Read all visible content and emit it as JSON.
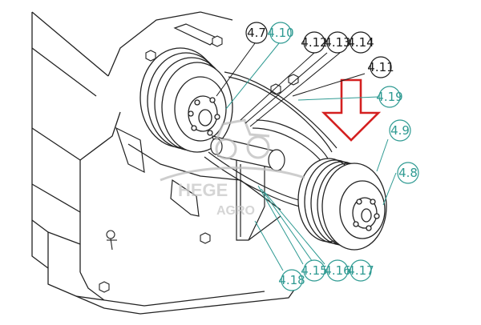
{
  "figure": {
    "callouts": [
      {
        "id": "c47",
        "text": "4.7",
        "style": "black"
      },
      {
        "id": "c410",
        "text": "4.10",
        "style": "teal"
      },
      {
        "id": "c412",
        "text": "4.12",
        "style": "black"
      },
      {
        "id": "c413",
        "text": "4.13",
        "style": "black"
      },
      {
        "id": "c414",
        "text": "4.14",
        "style": "black"
      },
      {
        "id": "c411",
        "text": "4.11",
        "style": "black"
      },
      {
        "id": "c419",
        "text": "4.19",
        "style": "teal"
      },
      {
        "id": "c49",
        "text": "4.9",
        "style": "teal"
      },
      {
        "id": "c48",
        "text": "4.8",
        "style": "teal"
      },
      {
        "id": "c418",
        "text": "4.18",
        "style": "teal"
      },
      {
        "id": "c415",
        "text": "4.15",
        "style": "teal"
      },
      {
        "id": "c416",
        "text": "4.16",
        "style": "teal"
      },
      {
        "id": "c417",
        "text": "4.17",
        "style": "teal"
      }
    ],
    "watermark": {
      "line1": "HEGE",
      "line2": "AGRO"
    },
    "colors": {
      "teal": "#2e9a92",
      "black": "#1a1a1a",
      "arrow": "#d42020",
      "line": "#222222"
    }
  }
}
